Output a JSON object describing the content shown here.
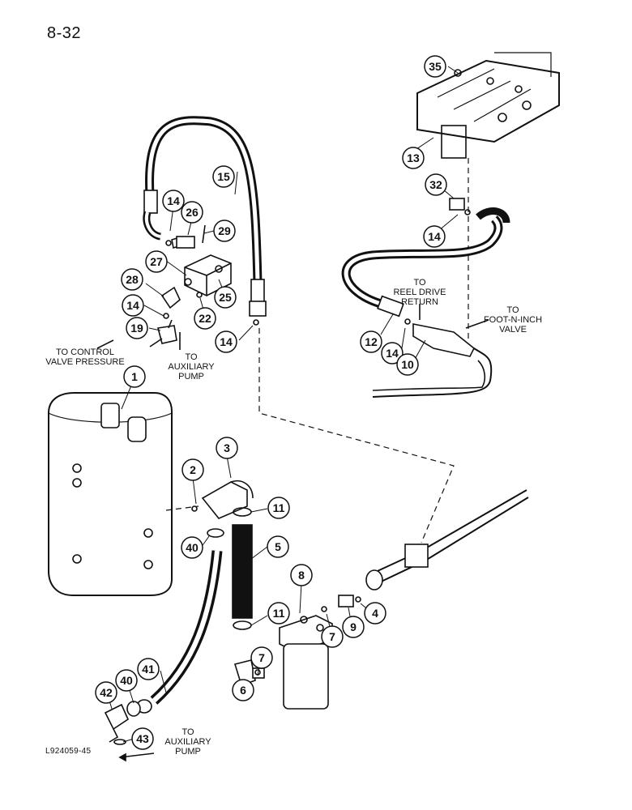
{
  "page_number": "8-32",
  "figure_code": "L924059-45",
  "callouts": [
    "35",
    "13",
    "32",
    "14",
    "15",
    "14",
    "26",
    "29",
    "27",
    "25",
    "28",
    "22",
    "14",
    "14",
    "19",
    "12",
    "14",
    "10",
    "1",
    "3",
    "2",
    "11",
    "40",
    "5",
    "8",
    "11",
    "4",
    "9",
    "7",
    "7",
    "6",
    "41",
    "40",
    "42",
    "43"
  ],
  "notes": {
    "reel_drive": [
      "TO",
      "REEL DRIVE",
      "RETURN"
    ],
    "foot_n_inch": [
      "TO",
      "FOOT-N-INCH",
      "VALVE"
    ],
    "control_valve": [
      "TO CONTROL",
      "VALVE PRESSURE"
    ],
    "aux_pump_upper": [
      "TO",
      "AUXILIARY",
      "PUMP"
    ],
    "aux_pump_lower": [
      "TO",
      "AUXILIARY",
      "PUMP"
    ]
  }
}
